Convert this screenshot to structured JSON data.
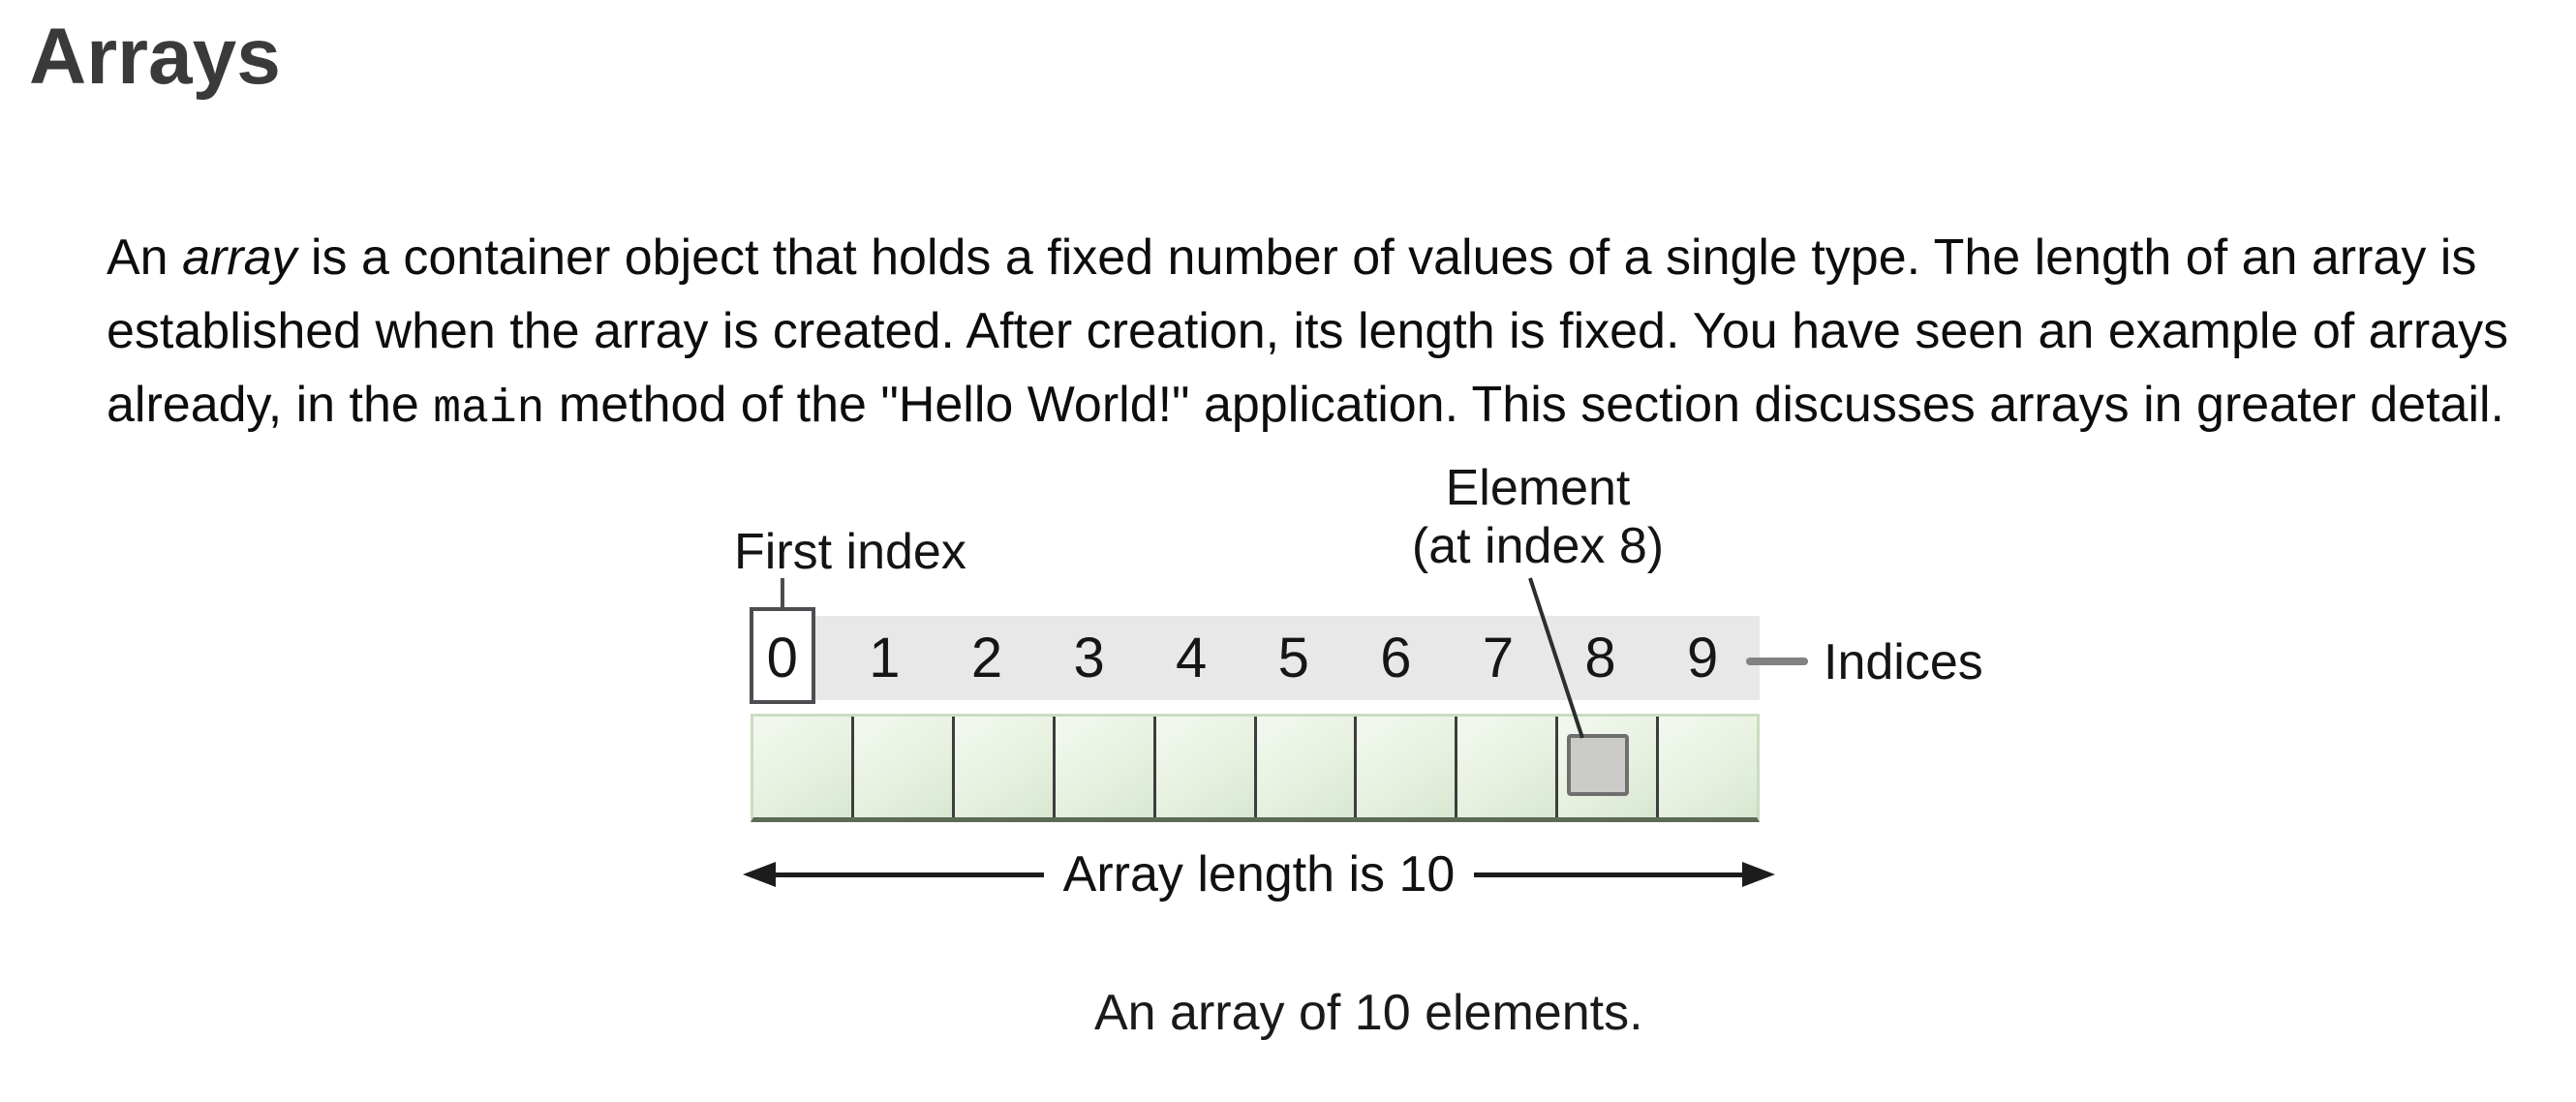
{
  "page": {
    "heading": "Arrays"
  },
  "paragraph": {
    "lead": "An ",
    "term": "array",
    "body": " is a container object that holds a fixed number of values of a single type. The length of an array is established when the array is created. After creation, its length is fixed. You have seen an example of arrays already, in the ",
    "code": "main",
    "tail": " method of the \"Hello World!\" application. This section discusses arrays in greater detail."
  },
  "diagram": {
    "first_index_label": "First index",
    "element_label": "Element",
    "element_sublabel": "(at index 8)",
    "indices_label": "Indices",
    "indices": [
      "0",
      "1",
      "2",
      "3",
      "4",
      "5",
      "6",
      "7",
      "8",
      "9"
    ],
    "highlighted_index": "0",
    "element_at_index": "8",
    "array_length_label": "Array length is 10",
    "caption": "An array of 10 elements.",
    "colors": {
      "band_bg": "#e8e8e8",
      "cell_green_light": "#f3f8f0",
      "cell_green_dark": "#d8e7d1",
      "cell_outline_light": "#c9ddc1",
      "cell_separator": "#3d3d3d",
      "row_bottom_edge": "#5d6b56",
      "element_fill": "#cbcbc8",
      "element_border": "#6f6f6f",
      "index_box_border": "#4e4e52"
    }
  }
}
